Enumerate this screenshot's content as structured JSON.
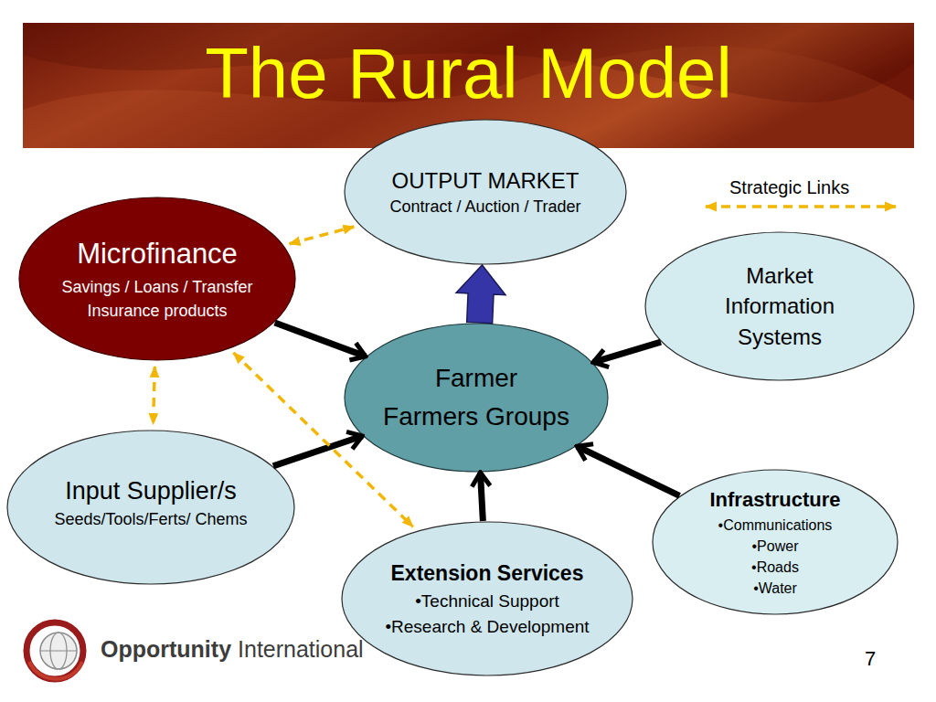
{
  "diagram": {
    "title": "The Rural Model",
    "nodes": [
      {
        "text": [
          "OUTPUT MARKET",
          "Contract / Auction / Trader"
        ]
      },
      {
        "text": [
          "Microfinance",
          "Savings / Loans / Transfer Insurance products"
        ]
      },
      {
        "text": [
          "Market Information Systems"
        ]
      },
      {
        "text": [
          "Farmer",
          "Farmers Groups"
        ]
      },
      {
        "text": [
          "Input Supplier/s",
          "Seeds/Tools/Ferts/ Chems"
        ]
      },
      {
        "text": [
          "Infrastructure",
          "•Communications",
          "•Power",
          "•Roads",
          "•Water"
        ]
      },
      {
        "text": [
          "Extension Services",
          "•Technical Support",
          "•Research & Development"
        ]
      }
    ],
    "edges": [
      {
        "from": 3,
        "to": 0,
        "arrow": "to"
      },
      {
        "from": 1,
        "to": 3,
        "arrow": "to"
      },
      {
        "from": 2,
        "to": 3,
        "arrow": "to"
      },
      {
        "from": 4,
        "to": 3,
        "arrow": "to"
      },
      {
        "from": 5,
        "to": 3,
        "arrow": "to"
      },
      {
        "from": 6,
        "to": 3,
        "arrow": "to"
      },
      {
        "from": 1,
        "to": 0,
        "arrow": "both"
      },
      {
        "from": 1,
        "to": 4,
        "arrow": "both"
      },
      {
        "from": 1,
        "to": 6,
        "arrow": "both"
      }
    ],
    "labels": [
      "Opportunity",
      "International",
      "7"
    ],
    "legend": [
      {
        "text": "Strategic Links"
      }
    ]
  }
}
